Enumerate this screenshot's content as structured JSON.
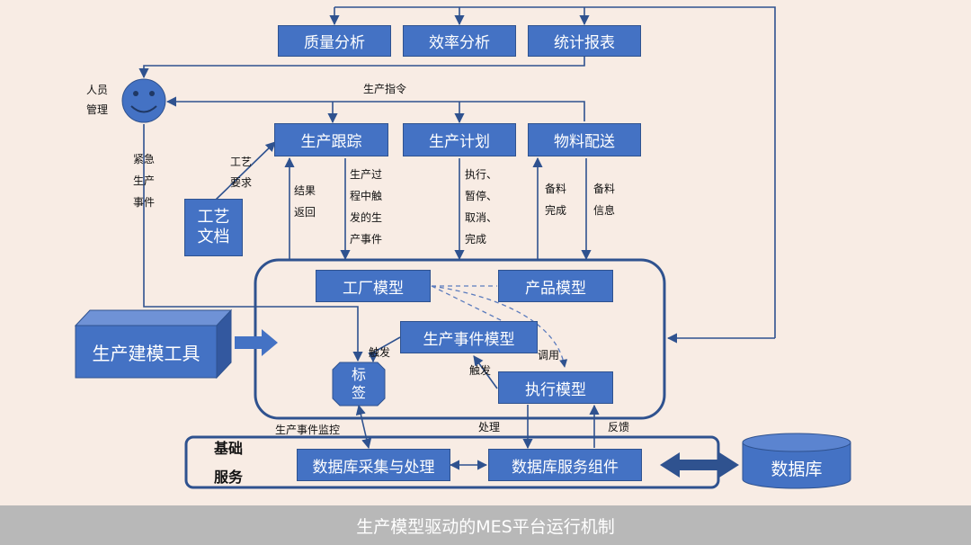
{
  "top_boxes": [
    "质量分析",
    "效率分析",
    "统计报表"
  ],
  "person": {
    "label_line1": "人员",
    "label_line2": "管理"
  },
  "production_command": "生产指令",
  "mid_boxes": [
    "生产跟踪",
    "生产计划",
    "物料配送"
  ],
  "emergency": [
    "紧急",
    "生产",
    "事件"
  ],
  "craft_req": [
    "工艺",
    "要求"
  ],
  "craft_doc": [
    "工艺",
    "文档"
  ],
  "result_return": [
    "结果",
    "返回"
  ],
  "process_events": [
    "生产过",
    "程中触",
    "发的生",
    "产事件"
  ],
  "plan_actions": [
    "执行、",
    "暂停、",
    "取消、",
    "完成"
  ],
  "material_done": [
    "备料",
    "完成"
  ],
  "material_info": [
    "备料",
    "信息"
  ],
  "core": {
    "factory_model": "工厂模型",
    "product_model": "产品模型",
    "event_model": "生产事件模型",
    "exec_model": "执行模型",
    "tag": [
      "标",
      "签"
    ],
    "trigger1": "触发",
    "trigger2": "触发",
    "call": "调用"
  },
  "modeling_tool": "生产建模工具",
  "event_monitor": "生产事件监控",
  "process": "处理",
  "feedback": "反馈",
  "base_service": [
    "基础",
    "服务"
  ],
  "db_collect": "数据库采集与处理",
  "db_service": "数据库服务组件",
  "database": "数据库",
  "caption": "生产模型驱动的MES平台运行机制",
  "colors": {
    "box": "#4472c4",
    "line": "#2f528f",
    "background": "#f8ece4",
    "caption_bar": "#b8b8b8"
  }
}
